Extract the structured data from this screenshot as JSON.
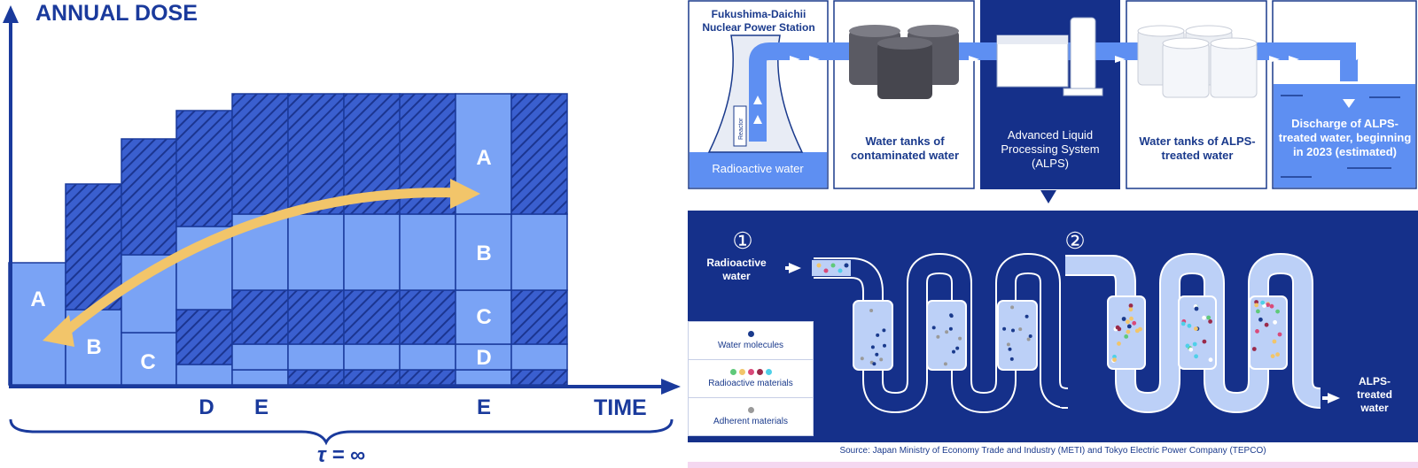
{
  "left_diagram": {
    "y_axis_title": "ANNUAL DOSE",
    "x_axis_title": "TIME",
    "tau_label": "τ = ∞",
    "bottom_labels": [
      "D",
      "E",
      "E"
    ],
    "block_labels": [
      "A",
      "B",
      "C",
      "A",
      "B",
      "C",
      "D"
    ],
    "colors": {
      "navy": "#1a3a9c",
      "light_blue": "#7aa3f5",
      "hatch": "#1f3f9f",
      "arrow": "#f2c56a"
    }
  },
  "right_diagram": {
    "stages": {
      "station": "Fukushima-Daichii Nuclear Power Station",
      "reactor": "Reactor",
      "radioactive_water": "Radioactive water",
      "contaminated_tanks": "Water tanks of contaminated water",
      "alps": "Advanced Liquid Processing System (ALPS)",
      "treated_tanks": "Water tanks of ALPS-treated water",
      "discharge": "Discharge of ALPS-treated water, beginning in 2023 (estimated)"
    },
    "process": {
      "step1": "①",
      "step2": "②",
      "input_label": "Radioactive water",
      "output_label": "ALPS-treated water"
    },
    "legend": {
      "water": "Water molecules",
      "radioactive": "Radioactive materials",
      "adherent": "Adherent materials"
    },
    "source": "Source: Japan Ministry of Economy Trade and Industry (METI) and Tokyo Electric Power Company (TEPCO)",
    "colors": {
      "navy": "#15308a",
      "panel_blue": "#5e8ff2",
      "pipe": "#bcd0f7"
    }
  }
}
